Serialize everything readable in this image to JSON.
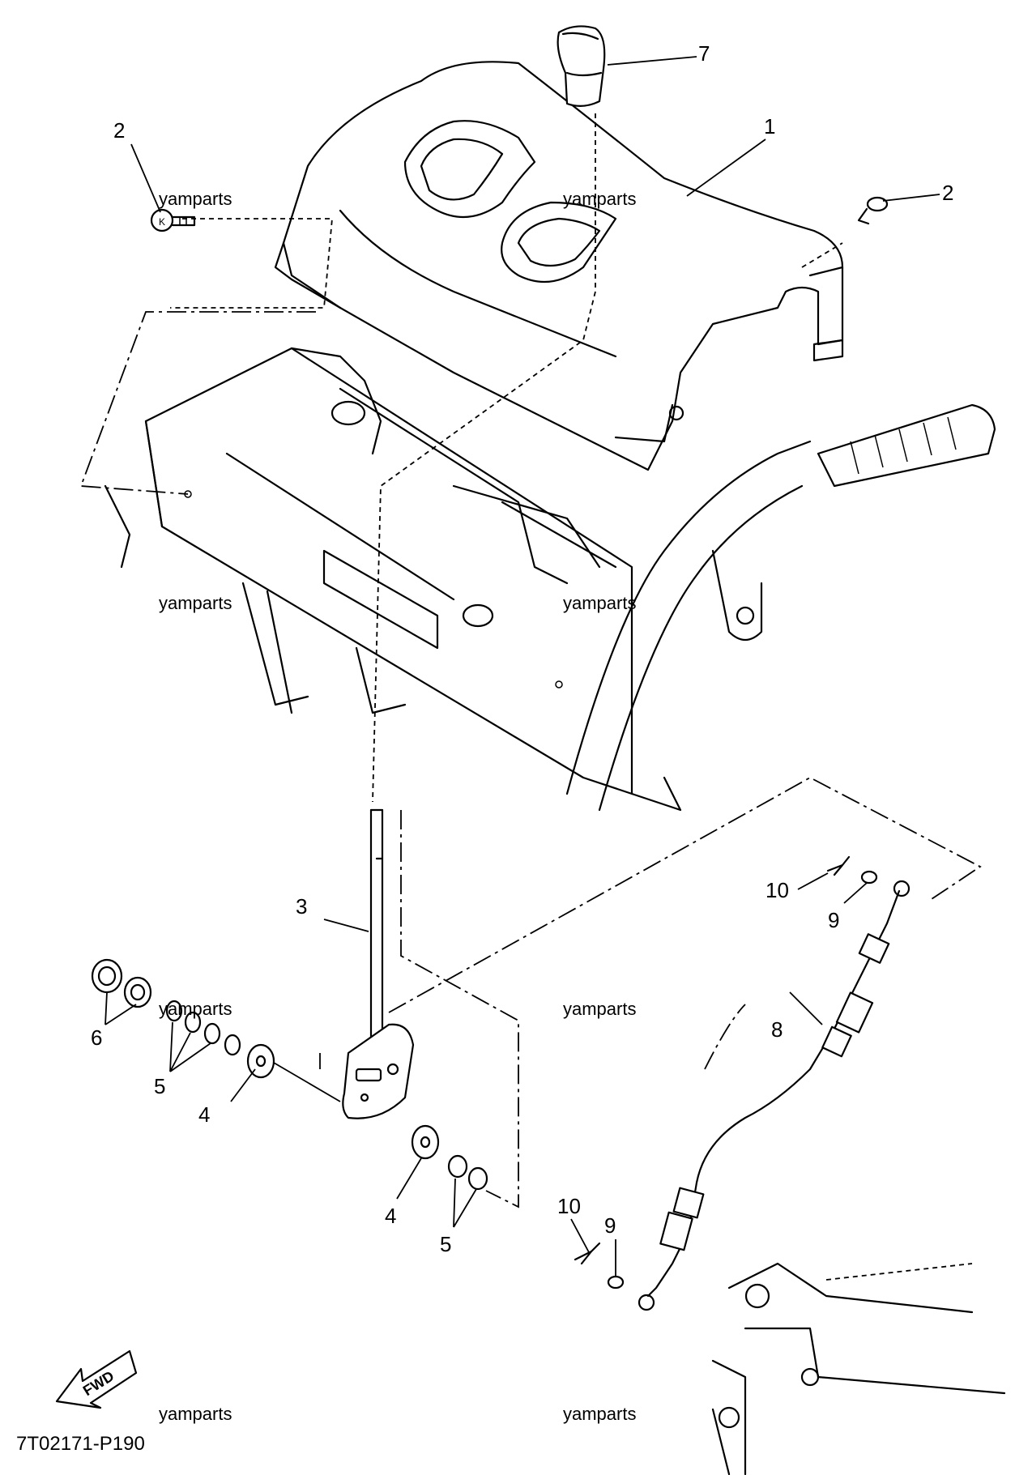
{
  "diagram": {
    "code": "7T02171-P190",
    "fwd_label": "FWD",
    "watermark": "yamparts",
    "callouts": {
      "c1": "1",
      "c2a": "2",
      "c2b": "2",
      "c3": "3",
      "c4a": "4",
      "c4b": "4",
      "c5a": "5",
      "c5b": "5",
      "c6": "6",
      "c7": "7",
      "c8": "8",
      "c9a": "9",
      "c9b": "9",
      "c10a": "10",
      "c10b": "10"
    }
  }
}
